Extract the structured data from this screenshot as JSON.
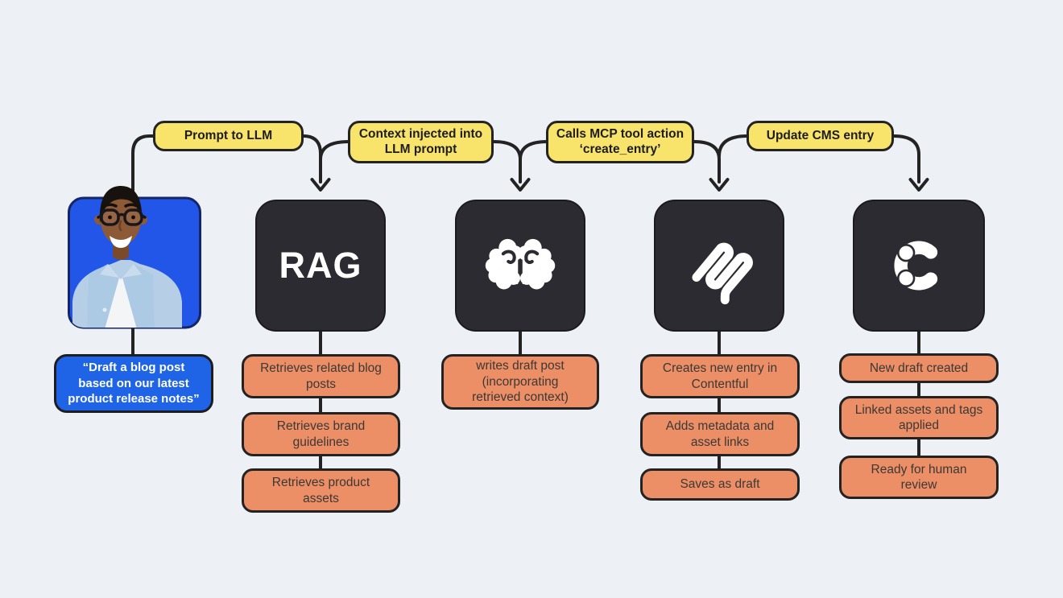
{
  "colors": {
    "background": "#edf0f4",
    "connector_line": "#232323",
    "flow_label_yellow": "#f8e36b",
    "output_pill_orange": "#ec8f66",
    "stage_box_dark": "#2b2b31",
    "photo_background_blue": "#2156e8",
    "quote_bubble_blue": "#1f63e6"
  },
  "user": {
    "photo_description": "smiling man with glasses in light denim shirt on blue background",
    "quote": "“Draft a blog post\nbased on our latest\nproduct release notes”"
  },
  "flow_labels": [
    {
      "label": "Prompt to LLM"
    },
    {
      "label": "Context injected into\nLLM prompt"
    },
    {
      "label": "Calls MCP tool action\n‘create_entry’"
    },
    {
      "label": "Update CMS entry"
    }
  ],
  "stages": [
    {
      "name": "rag",
      "label": "RAG",
      "icon": "rag-text",
      "outputs": [
        "Retrieves related blog\nposts",
        "Retrieves brand\nguidelines",
        "Retrieves product\nassets"
      ]
    },
    {
      "name": "llm",
      "label": "",
      "icon": "brain-icon",
      "outputs": [
        "writes draft post\n(incorporating\nretrieved context)"
      ]
    },
    {
      "name": "mcp",
      "label": "",
      "icon": "mcp-logo-icon",
      "outputs": [
        "Creates new entry in\nContentful",
        "Adds metadata and\nasset links",
        "Saves as draft"
      ]
    },
    {
      "name": "contentful",
      "label": "",
      "icon": "contentful-logo-icon",
      "outputs": [
        "New draft created",
        "Linked assets and tags\napplied",
        "Ready for human\nreview"
      ]
    }
  ]
}
